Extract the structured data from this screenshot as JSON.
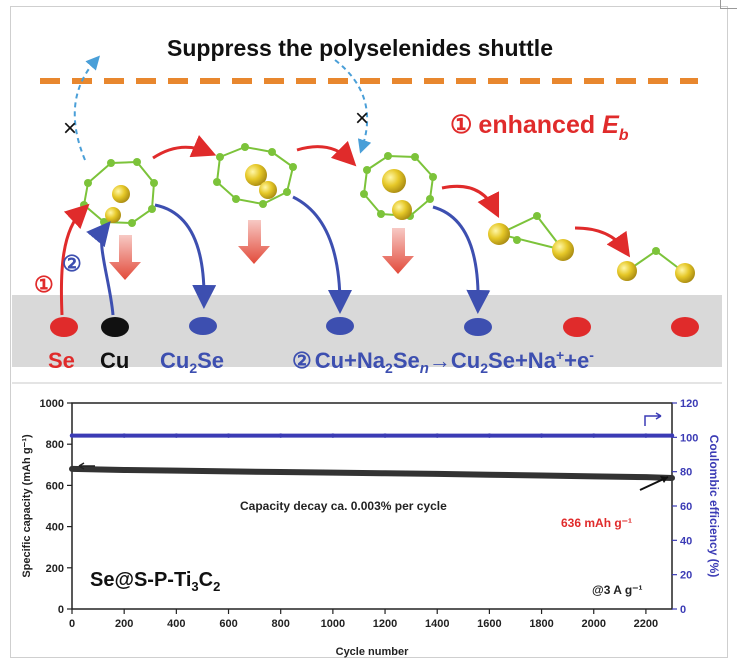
{
  "diagram": {
    "title": "Suppress the polyselenides shuttle",
    "enhanced_marker": "①",
    "enhanced_text": "enhanced ",
    "enhanced_E": "E",
    "enhanced_sub": "b",
    "step1_marker": "①",
    "step2_marker": "②",
    "x_mark": "×",
    "labels": {
      "se": "Se",
      "cu": "Cu",
      "cu2se_main": "Cu",
      "cu2se_sub": "2",
      "cu2se_tail": "Se",
      "reaction_marker": "②",
      "reaction_a": "Cu+Na",
      "reaction_a_sub": "2",
      "reaction_b": "Se",
      "reaction_b_sub": "n",
      "reaction_c": "→Cu",
      "reaction_c_sub": "2",
      "reaction_d": "Se+Na",
      "reaction_d_sup": "+",
      "reaction_e": "+e",
      "reaction_e_sup": "-"
    },
    "colors": {
      "red": "#e02b2b",
      "blue": "#3d4fb0",
      "orange": "#e8872e",
      "green": "#7cc33a",
      "gold": "#d8c12a",
      "grey_band": "#d9d9d9"
    }
  },
  "chart_data": {
    "type": "line",
    "x": [
      0,
      200,
      400,
      600,
      800,
      1000,
      1200,
      1400,
      1600,
      1800,
      2000,
      2200,
      2300
    ],
    "series": [
      {
        "axis": "left",
        "values": [
          680,
          675,
          672,
          668,
          665,
          662,
          659,
          656,
          652,
          648,
          644,
          640,
          636
        ],
        "color": "#333333"
      },
      {
        "axis": "right",
        "values": [
          101,
          101,
          101,
          101,
          101,
          101,
          101,
          101,
          101,
          101,
          101,
          101,
          101
        ],
        "color": "#3b3bb5"
      }
    ],
    "xlabel": "Cycle number",
    "ylabel": "Specific capacity (mAh g⁻¹)",
    "y2label": "Coulombic efficiency (%)",
    "xlim": [
      0,
      2300
    ],
    "ylim": [
      0,
      1000
    ],
    "y2lim": [
      0,
      120
    ],
    "xticks": [
      0,
      200,
      400,
      600,
      800,
      1000,
      1200,
      1400,
      1600,
      1800,
      2000,
      2200
    ],
    "yticks": [
      0,
      200,
      400,
      600,
      800,
      1000
    ],
    "y2ticks": [
      0,
      20,
      40,
      60,
      80,
      100,
      120
    ],
    "annotation_decay": "Capacity decay ca. 0.003% per cycle",
    "annotation_final": "636 mAh g⁻¹",
    "sample_a": "Se@S-P-Ti",
    "sample_sub1": "3",
    "sample_b": "C",
    "sample_sub2": "2",
    "rate": "@3 A g⁻¹"
  }
}
